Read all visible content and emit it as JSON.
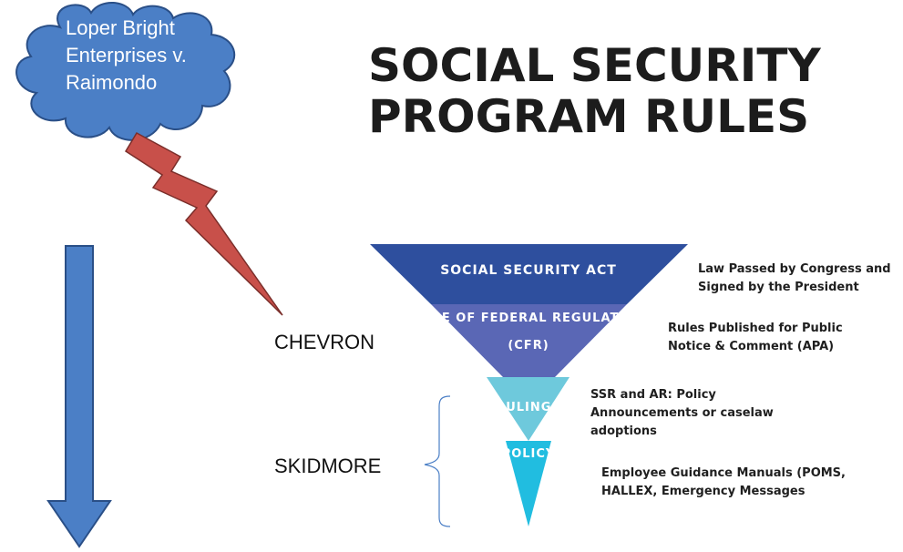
{
  "title": {
    "line1": "SOCIAL SECURITY",
    "line2": "PROGRAM RULES"
  },
  "cloud": {
    "line1": "Loper Bright",
    "line2": "Enterprises v.",
    "line3": "Raimondo"
  },
  "labels": {
    "chevron": "CHEVRON",
    "skidmore": "SKIDMORE"
  },
  "pyramid": [
    {
      "label": "SOCIAL SECURITY ACT",
      "color": "#2e4f9e",
      "desc": [
        "Law Passed by Congress and",
        "Signed by the President"
      ]
    },
    {
      "label": "CODE OF FEDERAL REGULATIONS",
      "label2": "(CFR)",
      "color": "#5a67b5",
      "desc": [
        "Rules Published for Public",
        "Notice & Comment (APA)"
      ]
    },
    {
      "label": "RULINGS",
      "color": "#6ec9dc",
      "desc": [
        "SSR and AR: Policy",
        "Announcements or caselaw",
        "adoptions"
      ]
    },
    {
      "label": "POLICY",
      "color": "#21bde0",
      "desc": [
        "Employee Guidance Manuals (POMS,",
        "HALLEX, Emergency Messages"
      ]
    }
  ],
  "colors": {
    "cloud": "#4b7fc6",
    "lightning": "#c8504a",
    "arrow": "#4b7fc6"
  }
}
